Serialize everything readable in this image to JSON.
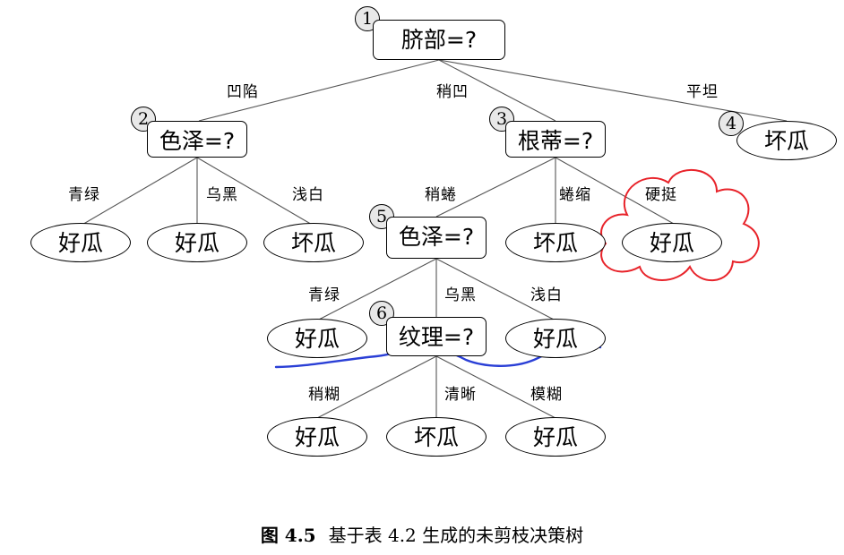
{
  "nodes": {
    "n1": {
      "number": "1",
      "label": "脐部=?"
    },
    "n2": {
      "number": "2",
      "label": "色泽=?"
    },
    "n3": {
      "number": "3",
      "label": "根蒂=?"
    },
    "n4": {
      "number": "4",
      "label": "坏瓜"
    },
    "n5": {
      "number": "5",
      "label": "色泽=?"
    },
    "n6": {
      "number": "6",
      "label": "纹理=?"
    }
  },
  "leaves": [
    {
      "label": "好瓜"
    },
    {
      "label": "好瓜"
    },
    {
      "label": "坏瓜"
    },
    {
      "label": "坏瓜"
    },
    {
      "label": "好瓜"
    },
    {
      "label": "好瓜"
    },
    {
      "label": "好瓜"
    },
    {
      "label": "好瓜"
    },
    {
      "label": "坏瓜"
    },
    {
      "label": "好瓜"
    }
  ],
  "edges": {
    "e1": "凹陷",
    "e2": "稍凹",
    "e3": "平坦",
    "e4": "青绿",
    "e5": "乌黑",
    "e6": "浅白",
    "e7": "稍蜷",
    "e8": "蜷缩",
    "e9": "硬挺",
    "e10": "青绿",
    "e11": "乌黑",
    "e12": "浅白",
    "e13": "稍糊",
    "e14": "清晰",
    "e15": "模糊"
  },
  "annotations": {
    "cloud_color": "#e8232a",
    "pen_line_color": "#2a3fd6"
  },
  "caption": {
    "figure": "图 4.5",
    "text": "基于表 4.2 生成的未剪枝决策树"
  }
}
